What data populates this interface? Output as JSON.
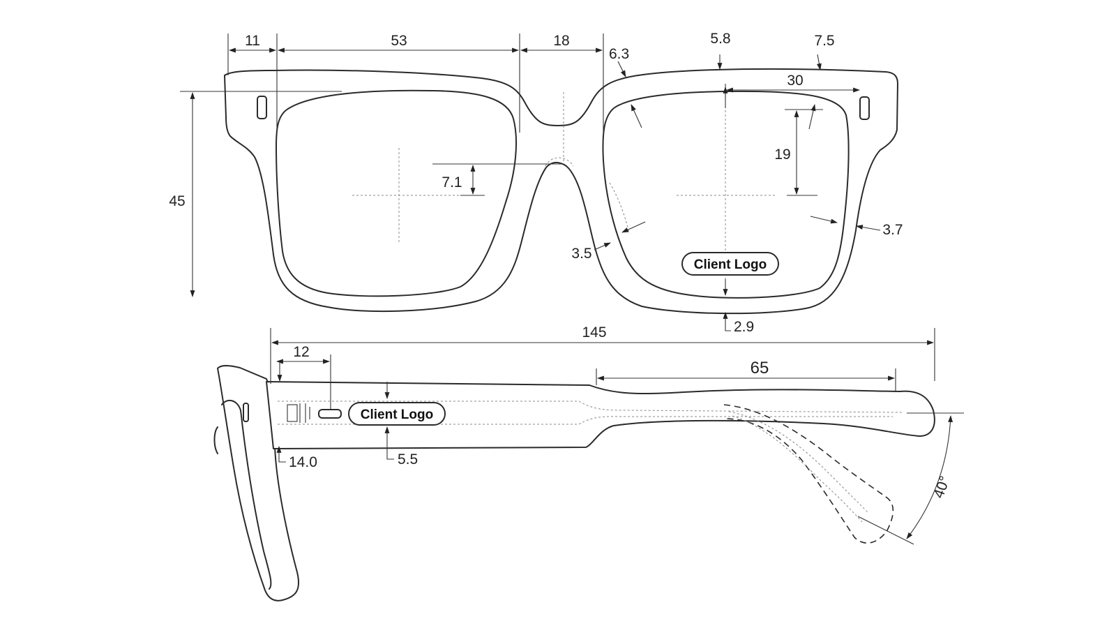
{
  "dimensions": {
    "temple_offset": "11",
    "lens_width": "53",
    "bridge_width": "18",
    "bridge_top": "6.3",
    "top_rim": "5.8",
    "end_piece": "7.5",
    "lens_center_to_hinge": "30",
    "vertical_center": "19",
    "nose_pad_offset": "7.1",
    "frame_height": "45",
    "inner_rim_nose": "3.5",
    "outer_rim": "3.7",
    "bottom_rim": "2.9",
    "temple_length": "145",
    "logo_offset": "12",
    "temple_bend": "65",
    "hinge_thickness": "14.0",
    "temple_height": "5.5",
    "fold_angle": "40°"
  },
  "labels": {
    "front_logo": "Client Logo",
    "side_logo": "Client Logo"
  },
  "colors": {
    "line": "#2a2a2a",
    "centerline": "#888888",
    "background": "#ffffff"
  }
}
